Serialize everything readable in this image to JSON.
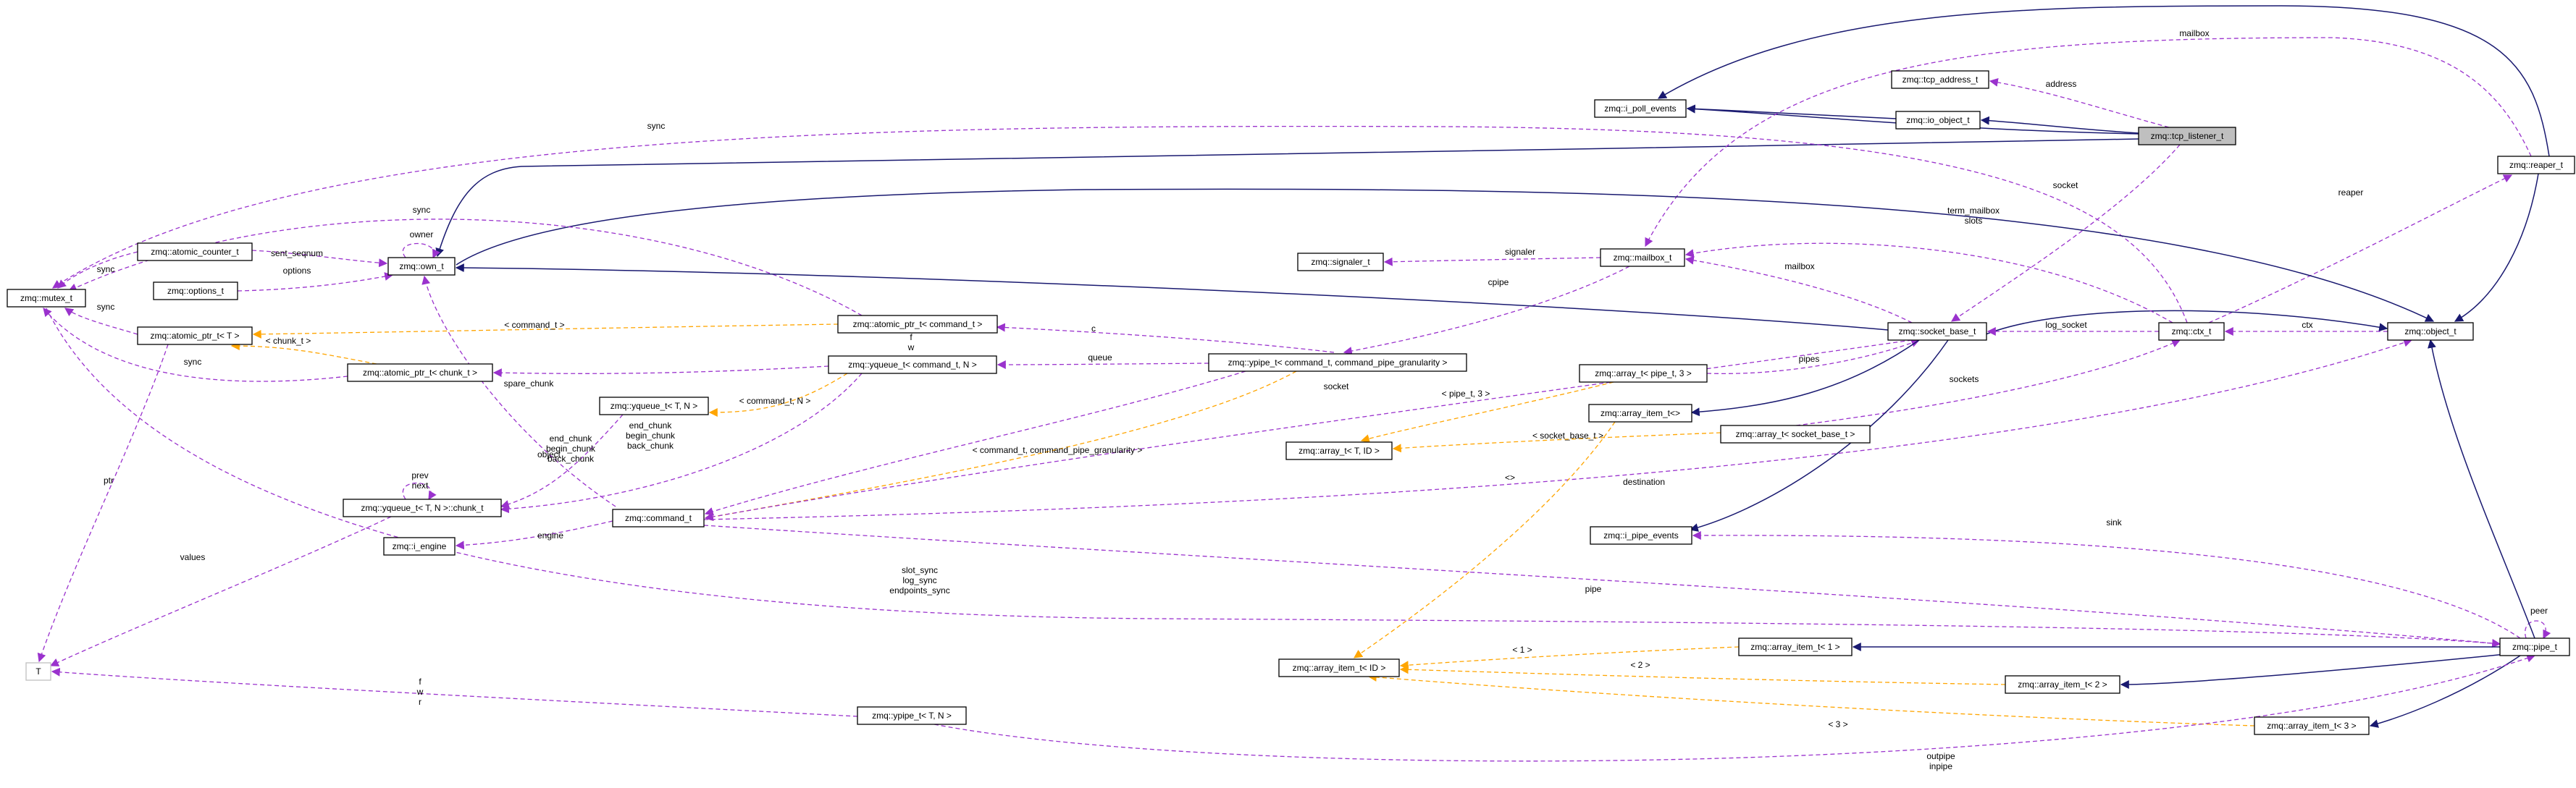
{
  "diagram": {
    "nodes": [
      {
        "id": "tcp_listener",
        "label": "zmq::tcp_listener_t",
        "highlight": true
      },
      {
        "id": "i_poll_events",
        "label": "zmq::i_poll_events"
      },
      {
        "id": "io_object",
        "label": "zmq::io_object_t"
      },
      {
        "id": "tcp_address",
        "label": "zmq::tcp_address_t"
      },
      {
        "id": "reaper",
        "label": "zmq::reaper_t"
      },
      {
        "id": "object",
        "label": "zmq::object_t"
      },
      {
        "id": "mailbox",
        "label": "zmq::mailbox_t"
      },
      {
        "id": "signaler",
        "label": "zmq::signaler_t"
      },
      {
        "id": "socket_base",
        "label": "zmq::socket_base_t"
      },
      {
        "id": "ctx",
        "label": "zmq::ctx_t"
      },
      {
        "id": "own",
        "label": "zmq::own_t"
      },
      {
        "id": "options",
        "label": "zmq::options_t"
      },
      {
        "id": "atomic_counter",
        "label": "zmq::atomic_counter_t"
      },
      {
        "id": "mutex",
        "label": "zmq::mutex_t"
      },
      {
        "id": "atomic_ptr_T",
        "label": "zmq::atomic_ptr_t< T >"
      },
      {
        "id": "atomic_ptr_cmd",
        "label": "zmq::atomic_ptr_t< command_t >"
      },
      {
        "id": "atomic_ptr_chunk",
        "label": "zmq::atomic_ptr_t< chunk_t >"
      },
      {
        "id": "yqueue_cmd",
        "label": "zmq::yqueue_t< command_t, N >"
      },
      {
        "id": "ypipe_cmd",
        "label": "zmq::ypipe_t< command_t, command_pipe_granularity >"
      },
      {
        "id": "yqueue_TN",
        "label": "zmq::yqueue_t< T, N >"
      },
      {
        "id": "chunk",
        "label": "zmq::yqueue_t< T, N >::chunk_t"
      },
      {
        "id": "i_engine",
        "label": "zmq::i_engine"
      },
      {
        "id": "command",
        "label": "zmq::command_t"
      },
      {
        "id": "T",
        "label": "T",
        "gray": true
      },
      {
        "id": "array_pipe",
        "label": "zmq::array_t< pipe_t, 3 >"
      },
      {
        "id": "array_item_base",
        "label": "zmq::array_item_t<>"
      },
      {
        "id": "array_TID",
        "label": "zmq::array_t< T, ID >"
      },
      {
        "id": "array_socket",
        "label": "zmq::array_t< socket_base_t >"
      },
      {
        "id": "i_pipe_events",
        "label": "zmq::i_pipe_events"
      },
      {
        "id": "array_item_ID",
        "label": "zmq::array_item_t< ID >"
      },
      {
        "id": "array_item_1",
        "label": "zmq::array_item_t< 1 >"
      },
      {
        "id": "array_item_2",
        "label": "zmq::array_item_t< 2 >"
      },
      {
        "id": "array_item_3",
        "label": "zmq::array_item_t< 3 >"
      },
      {
        "id": "pipe",
        "label": "zmq::pipe_t"
      },
      {
        "id": "ypipe_TN",
        "label": "zmq::ypipe_t< T, N >"
      }
    ],
    "edges": [
      {
        "id": "tcp-ipoll",
        "type": "inherit"
      },
      {
        "id": "tcp-io",
        "type": "inherit"
      },
      {
        "id": "io-ipoll",
        "type": "inherit"
      },
      {
        "id": "tcp-own",
        "type": "inherit"
      },
      {
        "id": "tcp-addr",
        "type": "use",
        "label": "address"
      },
      {
        "id": "tcp-sock",
        "type": "use",
        "label": "socket"
      },
      {
        "id": "reaper-ipoll",
        "type": "inherit"
      },
      {
        "id": "reaper-obj",
        "type": "inherit"
      },
      {
        "id": "reaper-mbox",
        "type": "use",
        "label": "mailbox"
      },
      {
        "id": "ctx-reaper",
        "type": "use",
        "label": "reaper"
      },
      {
        "id": "ctx-sync",
        "type": "use",
        "label": "sync"
      },
      {
        "id": "own-obj",
        "type": "inherit"
      },
      {
        "id": "own-own",
        "type": "use",
        "label": "owner"
      },
      {
        "id": "counter-own",
        "type": "use",
        "label": "sent_seqnum"
      },
      {
        "id": "opts-own",
        "type": "use",
        "label": "options"
      },
      {
        "id": "mutex-counter",
        "type": "use",
        "label": "sync"
      },
      {
        "id": "mutex-atomicT",
        "type": "use",
        "label": "sync"
      },
      {
        "id": "mutex-chunk",
        "type": "use",
        "label": "sync"
      },
      {
        "id": "mutex-sync2",
        "type": "use",
        "label": "sync"
      },
      {
        "id": "T-atomicT",
        "type": "use",
        "label": "ptr"
      },
      {
        "id": "sig-mbox",
        "type": "use",
        "label": "signaler"
      },
      {
        "id": "mbox-ypipe",
        "type": "use",
        "label": "cpipe"
      },
      {
        "id": "sock-obj",
        "type": "inherit"
      },
      {
        "id": "sock-own",
        "type": "inherit"
      },
      {
        "id": "sock-mbox",
        "type": "use",
        "label": "mailbox"
      },
      {
        "id": "ctx-mbox",
        "type": "use",
        "label": "term_mailbox\nslots"
      },
      {
        "id": "ctx-sock",
        "type": "use",
        "label": "log_socket"
      },
      {
        "id": "obj-ctx",
        "type": "use",
        "label": "ctx"
      },
      {
        "id": "arrsock-ctx",
        "type": "use",
        "label": "sockets"
      },
      {
        "id": "arrpipe-sock",
        "type": "use",
        "label": "pipes"
      },
      {
        "id": "sock-ipipe",
        "type": "inherit"
      },
      {
        "id": "sock-arritem",
        "type": "inherit"
      },
      {
        "id": "arrTID-arrpipe",
        "type": "tmpl",
        "label": "< pipe_t, 3 >"
      },
      {
        "id": "arrTID-arrsock",
        "type": "tmpl",
        "label": "< socket_base_t >"
      },
      {
        "id": "atomicT-apc",
        "type": "tmpl",
        "label": "< command_t >"
      },
      {
        "id": "atomicT-apchunk",
        "type": "tmpl",
        "label": "< chunk_t >"
      },
      {
        "id": "apc-ypipe",
        "type": "use",
        "label": "c"
      },
      {
        "id": "yqc-ypipe",
        "type": "use",
        "label": "queue"
      },
      {
        "id": "apchunk-yqc",
        "type": "use",
        "label": "spare_chunk"
      },
      {
        "id": "yqtn-yqc",
        "type": "tmpl",
        "label": "< command_t, N >"
      },
      {
        "id": "chunk-yqtn",
        "type": "use",
        "label": "end_chunk\nbegin_chunk\nback_chunk"
      },
      {
        "id": "chunk-chunk",
        "type": "use",
        "label": "prev\nnext"
      },
      {
        "id": "chunk-yqc",
        "type": "use",
        "label": "end_chunk\nbegin_chunk\nback_chunk"
      },
      {
        "id": "cmd-ypipe",
        "type": "use",
        "label": "f\nw\nr"
      },
      {
        "id": "ypipetn-ypipe",
        "type": "tmpl",
        "label": "< command_t, command_pipe_granularity >"
      },
      {
        "id": "T-chunk",
        "type": "use",
        "label": "values"
      },
      {
        "id": "cmd-ieng",
        "type": "use",
        "label": "engine"
      },
      {
        "id": "own-cmd",
        "type": "use",
        "label": "object"
      },
      {
        "id": "sock-cmd",
        "type": "use",
        "label": "socket"
      },
      {
        "id": "cmd-obj",
        "type": "use",
        "label": "destination"
      },
      {
        "id": "cmd-pipe",
        "type": "use",
        "label": "pipe"
      },
      {
        "id": "mutex-pipe",
        "type": "use",
        "label": "slot_sync\nlog_sync\nendpoints_sync"
      },
      {
        "id": "T-ypipetn",
        "type": "use",
        "label": "f\nw\nr"
      },
      {
        "id": "pipe-ipipe",
        "type": "use",
        "label": "sink"
      },
      {
        "id": "pipe-pipe",
        "type": "use",
        "label": "peer"
      },
      {
        "id": "pipe-obj",
        "type": "inherit"
      },
      {
        "id": "pipe-ai1",
        "type": "inherit"
      },
      {
        "id": "pipe-ai2",
        "type": "inherit"
      },
      {
        "id": "pipe-ai3",
        "type": "inherit"
      },
      {
        "id": "aiID-ai1",
        "type": "tmpl",
        "label": "< 1 >"
      },
      {
        "id": "aiID-ai2",
        "type": "tmpl",
        "label": "< 2 >"
      },
      {
        "id": "aiID-ai3",
        "type": "tmpl",
        "label": "< 3 >"
      },
      {
        "id": "aiID-aibase",
        "type": "tmpl",
        "label": "<>"
      },
      {
        "id": "ypipetn-pipe",
        "type": "use",
        "label": "outpipe\ninpipe"
      }
    ]
  }
}
